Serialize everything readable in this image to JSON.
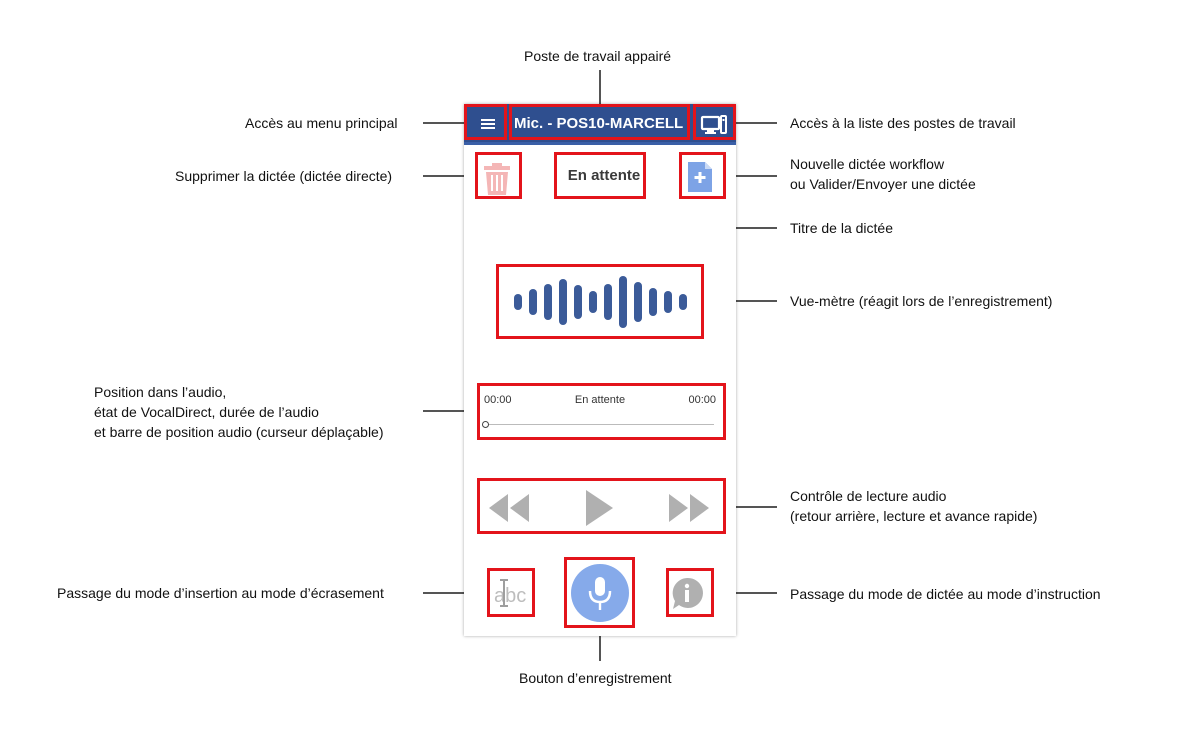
{
  "app": {
    "station_title": "Mic. - POS10-MARCELL...",
    "dictation_title": "En attente",
    "time_current": "00:00",
    "status": "En attente",
    "time_total": "00:00"
  },
  "callouts": {
    "paired_station": "Poste de travail appairé",
    "main_menu": "Accès au menu principal",
    "stations_list": "Accès à la liste des postes de travail",
    "delete_dictation": "Supprimer la dictée (dictée directe)",
    "new_dictation_line1": "Nouvelle dictée workflow",
    "new_dictation_line2": "ou Valider/Envoyer une dictée",
    "dictation_title": "Titre de la dictée",
    "vu_meter": "Vue-mètre (réagit lors de l’enregistrement)",
    "position_line1": "Position dans l’audio,",
    "position_line2": "état de VocalDirect, durée de l’audio",
    "position_line3": "et barre de position audio (curseur déplaçable)",
    "playback_line1": "Contrôle de lecture audio",
    "playback_line2": "(retour arrière, lecture et avance rapide)",
    "insert_mode": "Passage du mode d’insertion au mode d’écrasement",
    "instruction_mode": "Passage du mode de dictée au mode d’instruction",
    "record_button": "Bouton d’enregistrement"
  },
  "icons": {
    "menu": "hamburger-icon",
    "station": "monitor-icon",
    "trash": "trash-icon",
    "new_doc": "new-document-icon",
    "rewind": "rewind-icon",
    "play": "play-icon",
    "fast_forward": "fast-forward-icon",
    "mode": "abc-cursor-icon",
    "mic": "microphone-icon",
    "info": "info-bubble-icon"
  },
  "colors": {
    "topbar": "#2f4f8f",
    "accent_blue": "#3a5fa7",
    "record_button": "#86aaea",
    "highlight_red": "#e3141b",
    "disabled_gray": "#b0b0b0",
    "trash_disabled": "#f4b6b6"
  }
}
